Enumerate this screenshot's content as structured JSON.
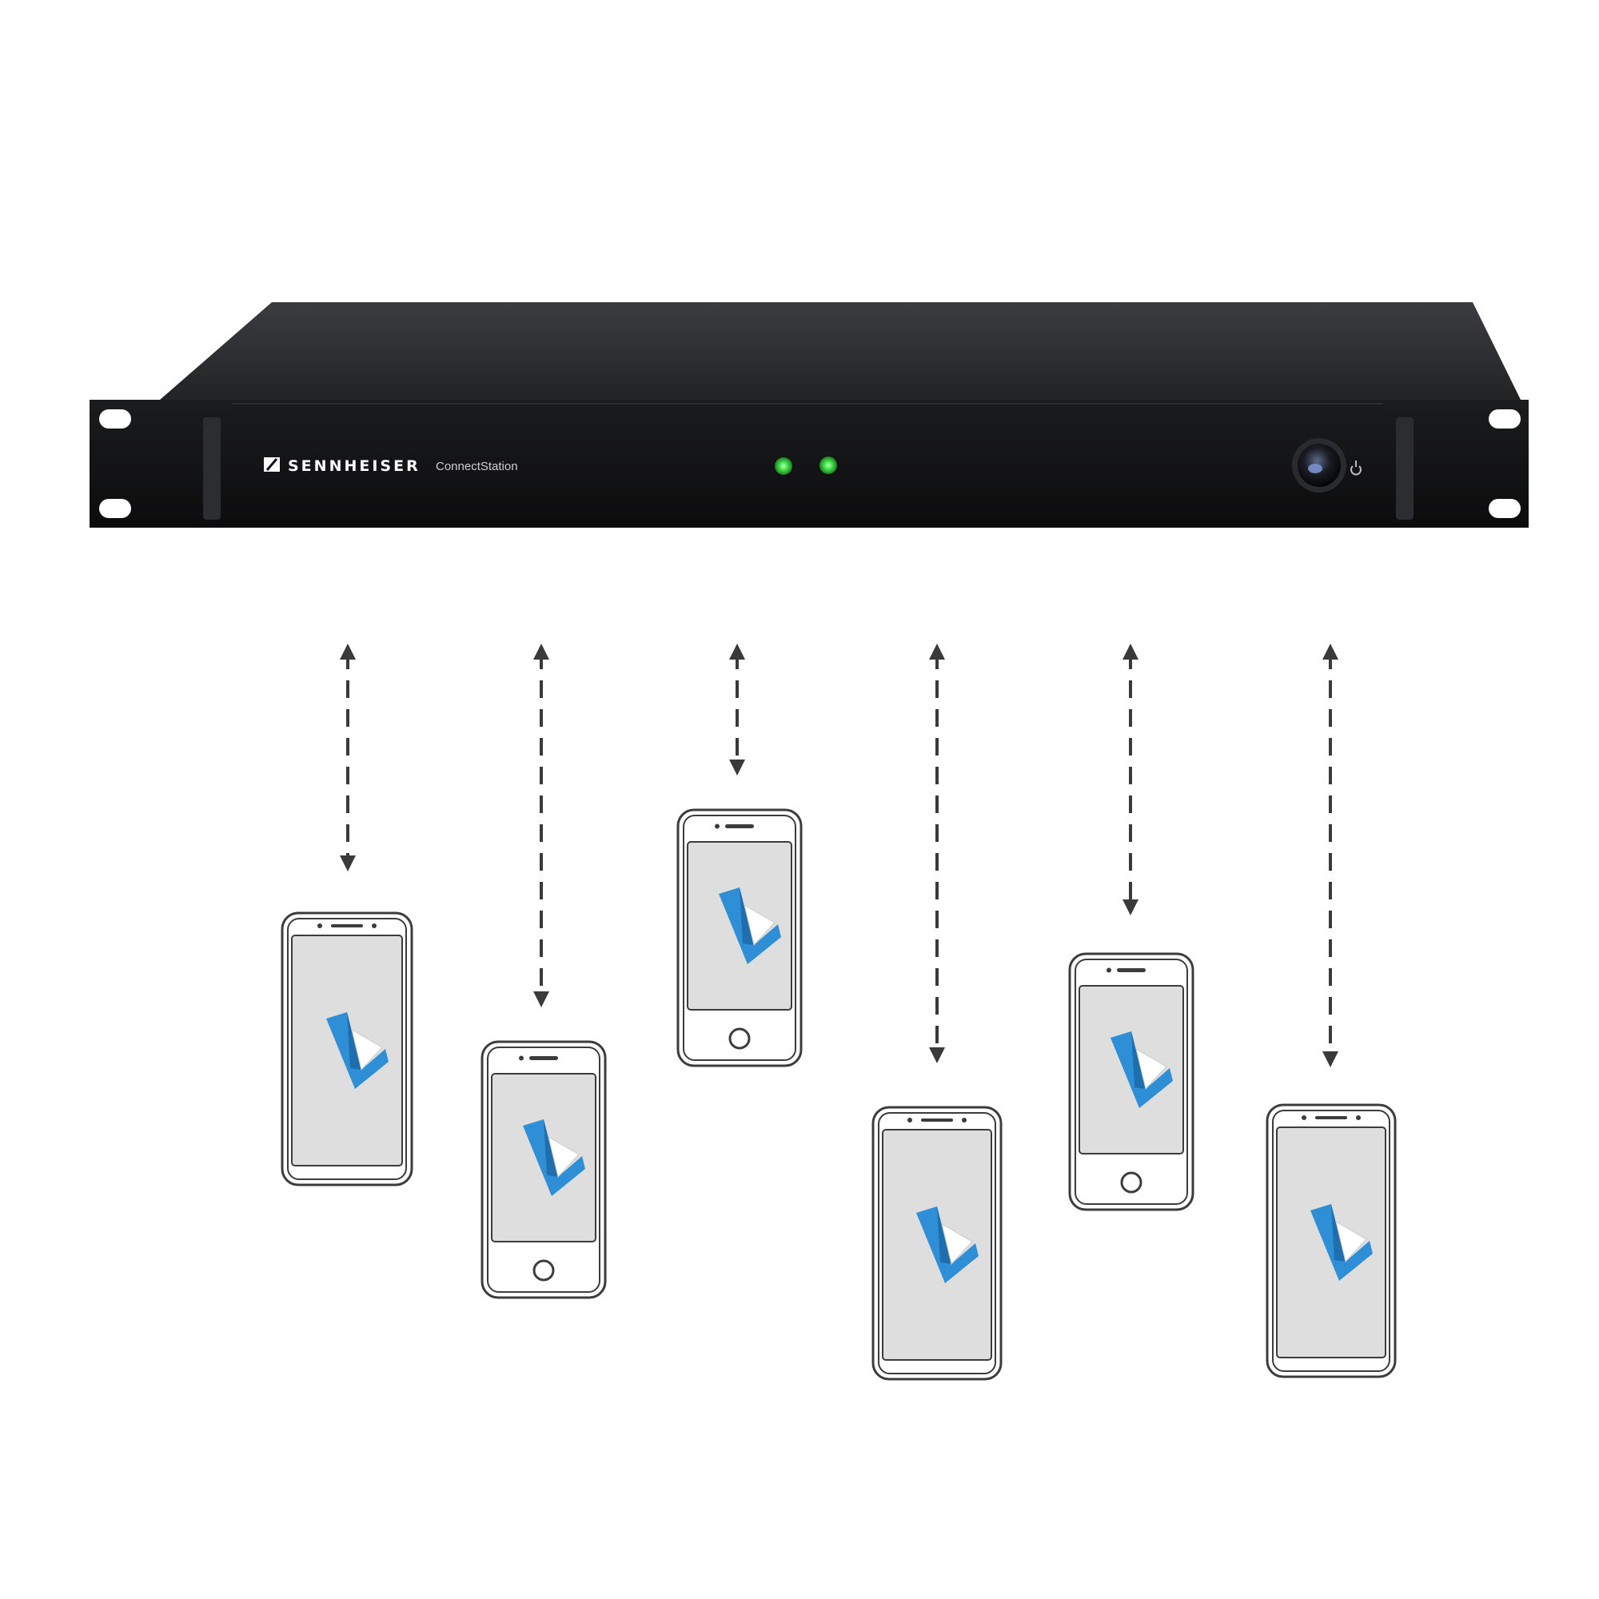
{
  "device": {
    "brand": "SENNHEISER",
    "model": "ConnectStation"
  },
  "colors": {
    "chassis_top": "#2b2d2f",
    "chassis_front": "#121314",
    "led_green": "#43e34a",
    "arrow": "#3a3a3a",
    "phone_outline": "#3c3c3c",
    "phone_screen": "#dedede",
    "app_logo_blue": "#2e8fd6"
  },
  "icons": {
    "brand_logo": "sennheiser-logo-icon",
    "power": "power-icon",
    "app": "app-logo-icon"
  },
  "phones": [
    {
      "name": "phone-1",
      "style": "android"
    },
    {
      "name": "phone-2",
      "style": "iphone"
    },
    {
      "name": "phone-3",
      "style": "iphone"
    },
    {
      "name": "phone-4",
      "style": "android"
    },
    {
      "name": "phone-5",
      "style": "iphone"
    },
    {
      "name": "phone-6",
      "style": "android"
    }
  ]
}
